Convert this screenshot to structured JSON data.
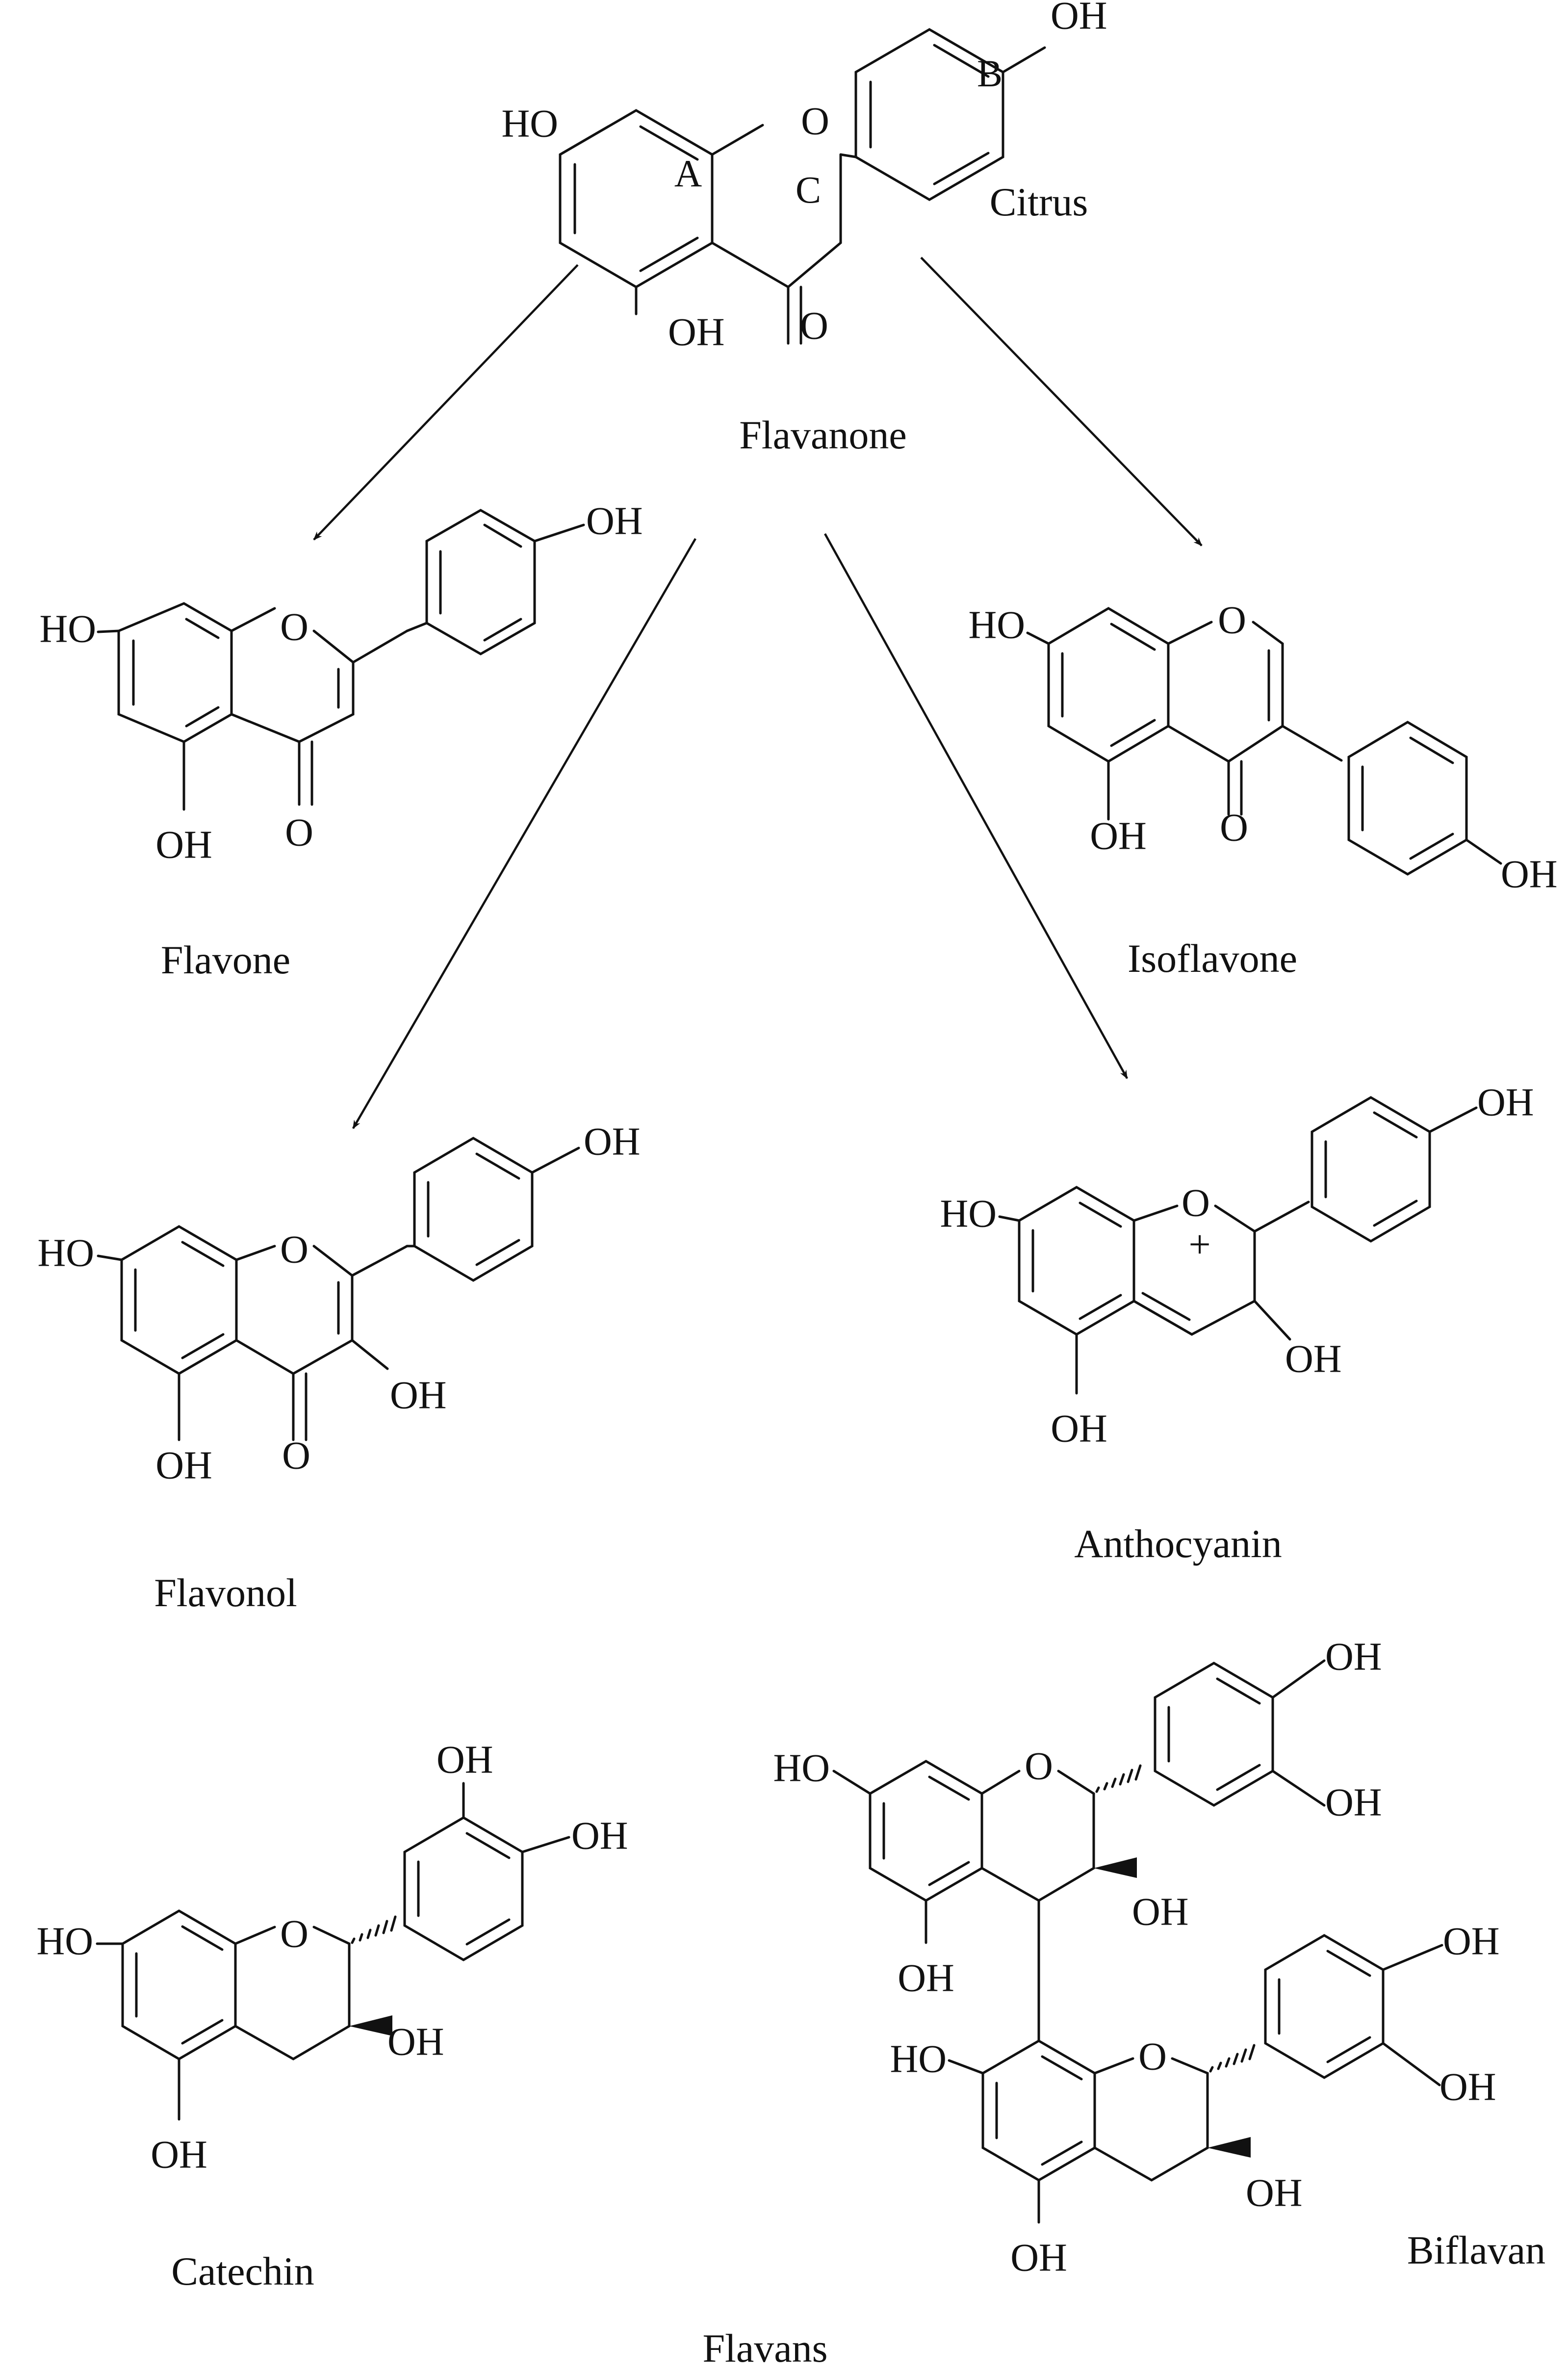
{
  "labels": {
    "flavanone": "Flavanone",
    "citrus": "Citrus",
    "flavone": "Flavone",
    "isoflavone": "Isoflavone",
    "flavonol": "Flavonol",
    "anthocyanin": "Anthocyanin",
    "catechin": "Catechin",
    "biflavan": "Biflavan",
    "flavans": "Flavans"
  },
  "ring_tags": {
    "a": "A",
    "b": "B",
    "c": "C"
  },
  "atoms": {
    "oh": "OH",
    "ho": "HO",
    "o": "O",
    "plus": "+"
  }
}
